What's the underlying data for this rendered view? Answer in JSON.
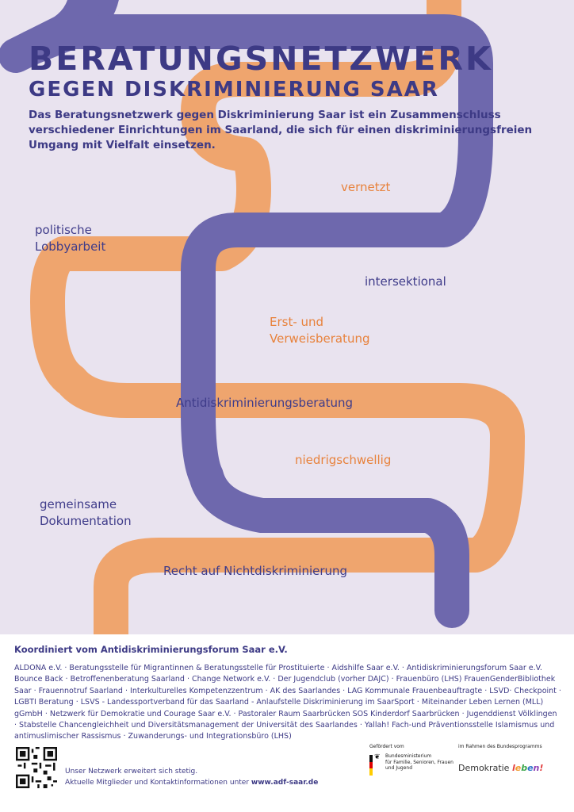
{
  "header": {
    "title_line1": "BERATUNGSNETZWERK",
    "title_line2": "GEGEN DISKRIMINIERUNG SAAR",
    "intro": "Das Beratungsnetzwerk gegen Diskriminierung Saar ist ein Zusammenschluss verschiedener Einrichtungen im Saarland, die sich für einen diskriminierungsfreien Umgang mit Vielfalt einsetzen."
  },
  "keywords": {
    "vernetzt": "vernetzt",
    "politische_1": "politische",
    "politische_2": "Lobbyarbeit",
    "intersektional": "intersektional",
    "erst_1": "Erst- und",
    "erst_2": "Verweisberatung",
    "antidiskriminierungsberatung": "Antidiskriminierungsberatung",
    "niedrigschwellig": "niedrigschwellig",
    "gemeinsame_1": "gemeinsame",
    "gemeinsame_2": "Dokumentation",
    "recht": "Recht auf Nichtdiskriminierung"
  },
  "colors": {
    "background": "#e9e3ef",
    "ribbon_blue": "#6e68ad",
    "ribbon_orange": "#efa56e",
    "text_blue": "#3d3a85",
    "text_orange": "#e8823c"
  },
  "footer": {
    "coordinated_by": "Koordiniert vom Antidiskriminierungsforum Saar e.V.",
    "members": "ALDONA e.V. · Beratungsstelle für Migrantinnen & Beratungsstelle für Prostituierte · Aidshilfe Saar e.V. · Antidiskriminierungsforum Saar e.V. Bounce Back · Betroffenenberatung Saarland · Change Network e.V. · Der Jugendclub (vorher DAJC) · Frauenbüro (LHS) FrauenGenderBibliothek Saar · Frauennotruf Saarland · Interkulturelles Kompetenzzentrum · AK des Saarlandes · LAG Kommunale Frauenbeauftragte · LSVD· Checkpoint · LGBTI Beratung · LSVS - Landessportverband für das Saarland - Anlaufstelle Diskriminierung im SaarSport · Miteinander Leben Lernen (MLL) gGmbH · Netzwerk für Demokratie und Courage Saar e.V. · Pastoraler Raum Saarbrücken SOS Kinderdorf Saarbrücken · Jugenddienst Völklingen · Stabstelle Chancengleichheit und Diversitätsmanagement der Universität des Saarlandes · Yallah! Fach-und Präventionsstelle Islamismus und antimuslimischer Rassismus · Zuwanderungs- und Integrationsbüro (LHS)",
    "note_line1": "Unser Netzwerk erweitert sich stetig.",
    "note_line2": "Aktuelle Mitglieder und Kontaktinformationen unter",
    "url": "www.adf-saar.de",
    "funded_by": "Gefördert vom",
    "ministry_1": "Bundesministerium",
    "ministry_2": "für Familie, Senioren, Frauen",
    "ministry_3": "und Jugend",
    "programme_label": "im Rahmen des Bundesprogramms",
    "programme_word": "Demokratie",
    "leben_l": "l",
    "leben_e1": "e",
    "leben_b": "b",
    "leben_e2": "e",
    "leben_n": "n",
    "leben_bang": "!"
  }
}
